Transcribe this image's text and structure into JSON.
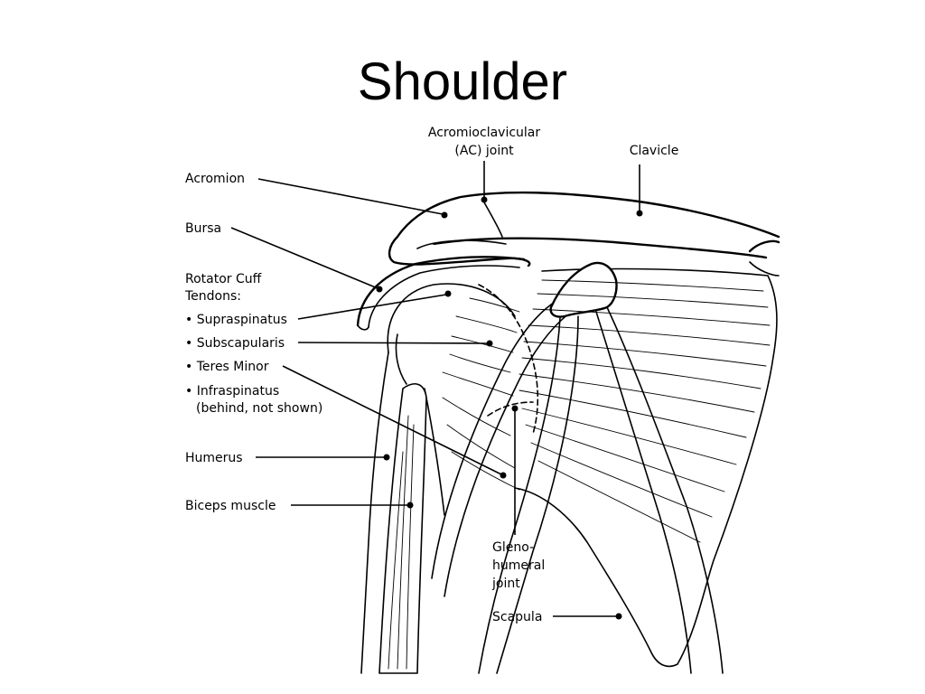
{
  "title": "Shoulder",
  "labels": {
    "ac_joint_line1": "Acromioclavicular",
    "ac_joint_line2": "(AC) joint",
    "clavicle": "Clavicle",
    "acromion": "Acromion",
    "bursa": "Bursa",
    "rotator_cuff_line1": "Rotator Cuff",
    "rotator_cuff_line2": "Tendons:",
    "supraspinatus": "• Supraspinatus",
    "subscapularis": "• Subscapularis",
    "teres_minor": "• Teres Minor",
    "infraspinatus_line1": "• Infraspinatus",
    "infraspinatus_line2": "(behind, not shown)",
    "humerus": "Humerus",
    "biceps": "Biceps muscle",
    "gleno_line1": "Gleno-",
    "gleno_line2": "humeral",
    "gleno_line3": "joint",
    "scapula": "Scapula"
  }
}
